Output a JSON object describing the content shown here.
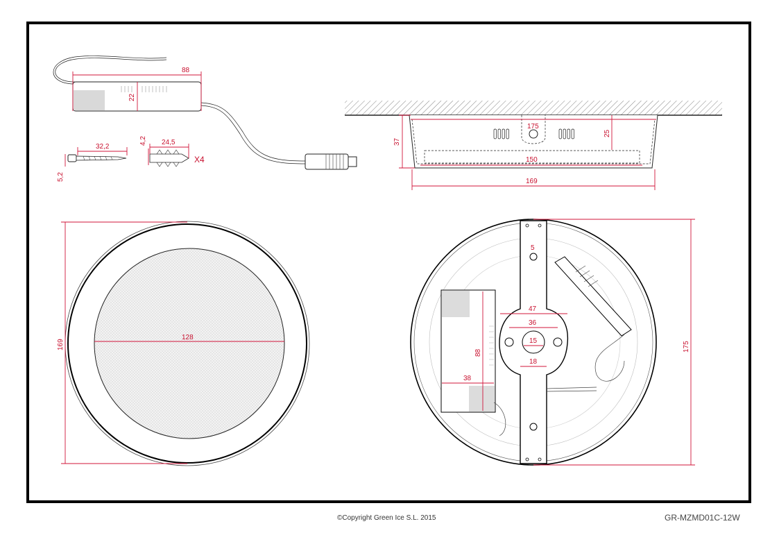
{
  "dimensions": {
    "driver_length": "88",
    "driver_height": "22",
    "screw_length": "32,2",
    "screw_diameter": "5,2",
    "plug_diameter": "4,2",
    "plug_length": "24,5",
    "plug_quantity": "X4",
    "side_top_diameter": "175",
    "side_height": "37",
    "side_inner_depth": "25",
    "side_inner_width": "150",
    "side_bottom_width": "169",
    "front_outer_diameter": "169",
    "front_lens_diameter": "128",
    "back_outer_diameter": "175",
    "bracket_slot_width": "5",
    "bracket_hub_width": "47",
    "bracket_hole_spacing": "36",
    "bracket_center_hole": "15",
    "bracket_arm_width": "18",
    "back_driver_height": "88",
    "back_driver_width": "38"
  },
  "footer": {
    "copyright": "©Copyright Green Ice S.L. 2015",
    "model_code": "GR-MZMD01C-12W"
  },
  "colors": {
    "dimension": "#c8102e",
    "frame": "#000000",
    "outline": "#222222"
  }
}
